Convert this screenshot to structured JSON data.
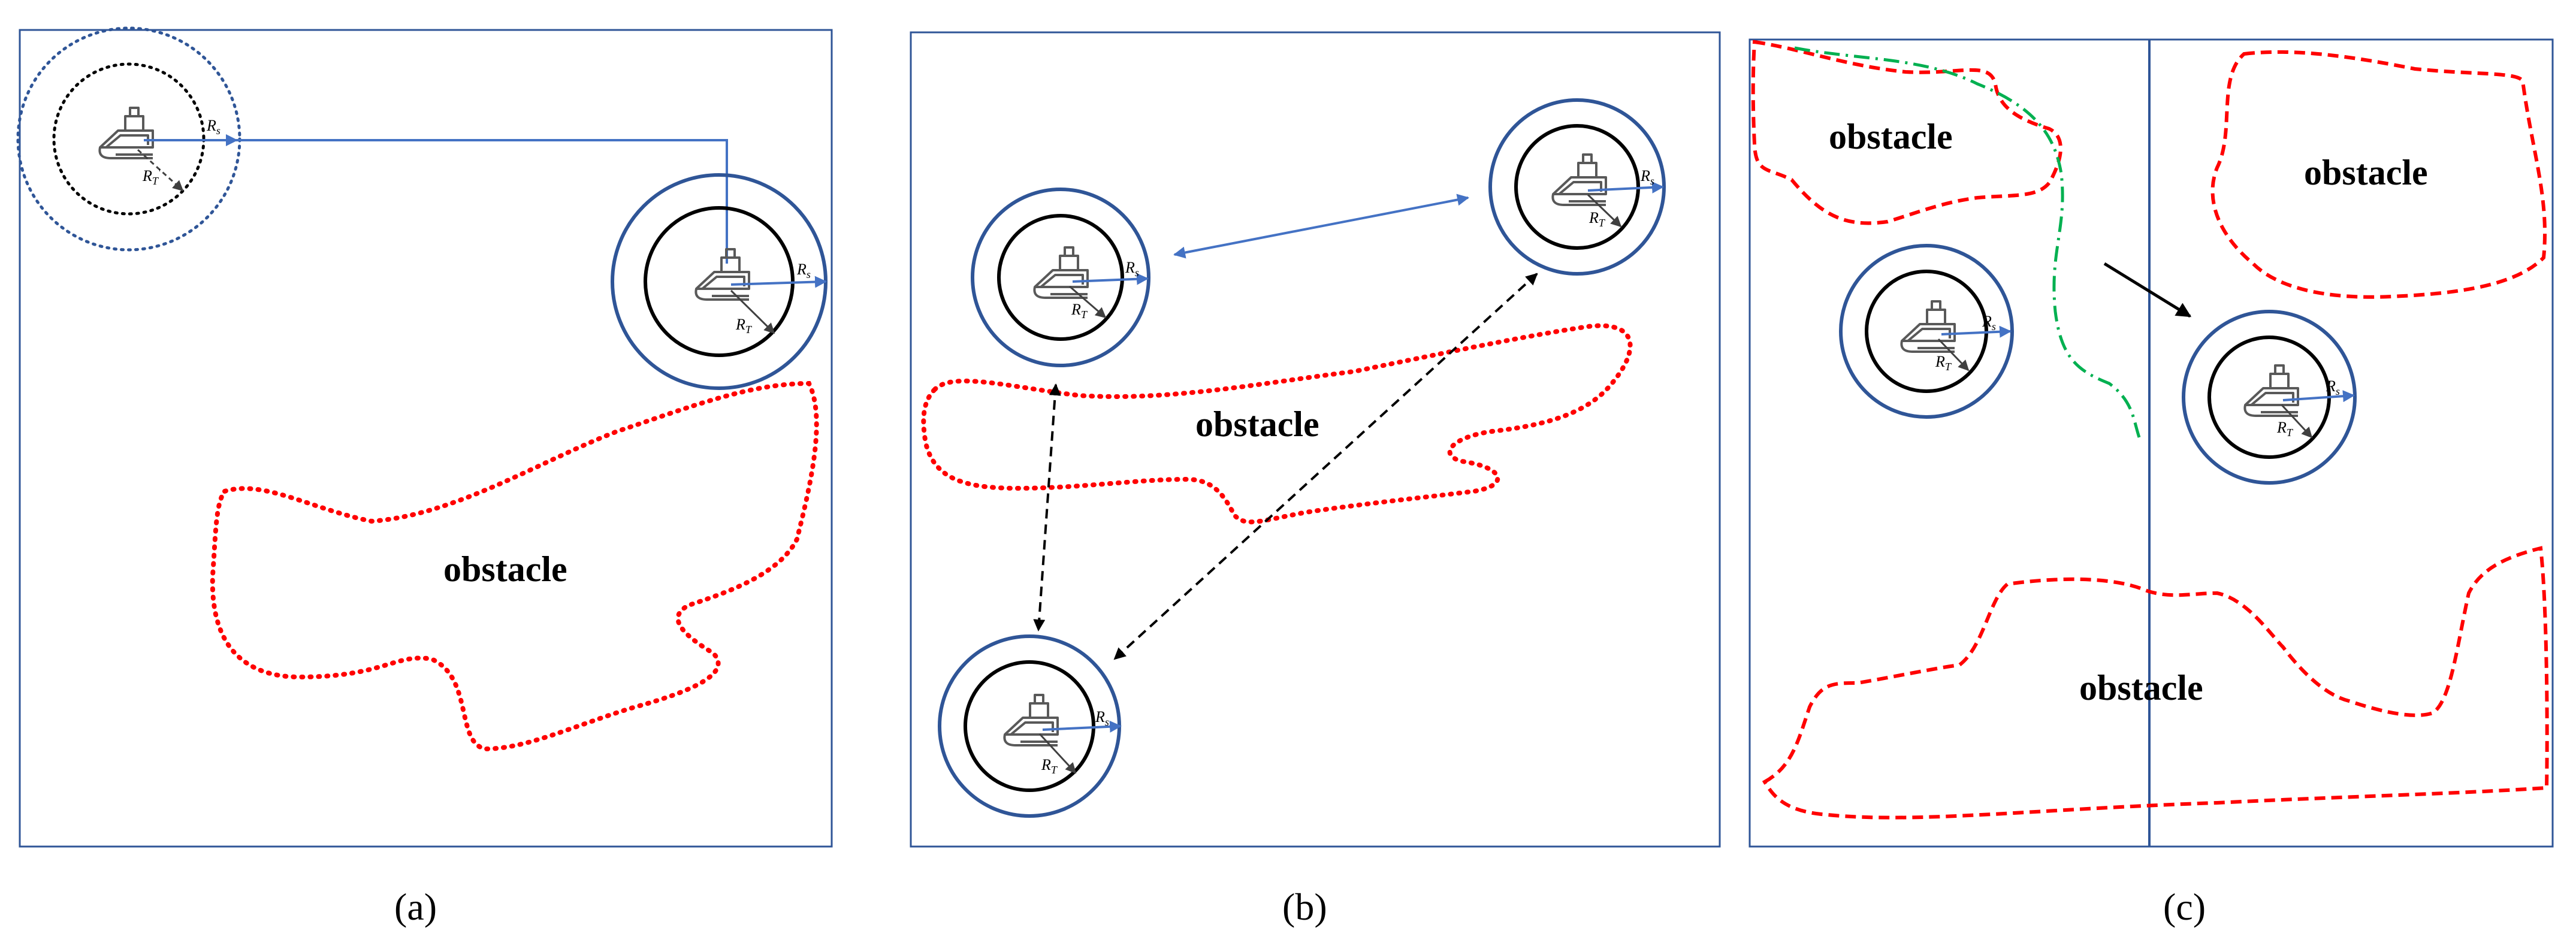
{
  "labels": {
    "obstacle": "obstacle",
    "rs": "R",
    "rs_sub": "s",
    "rt": "R",
    "rt_sub": "T",
    "rt_prime": "′"
  },
  "panels": [
    {
      "id": "a",
      "caption": "(a)"
    },
    {
      "id": "b",
      "caption": "(b)"
    },
    {
      "id": "c",
      "caption": "(c)"
    }
  ],
  "colors": {
    "frame": "#2f5597",
    "obstacle": "#ff0000",
    "sensing_arrow": "#4472c4",
    "path": "#00b050"
  }
}
